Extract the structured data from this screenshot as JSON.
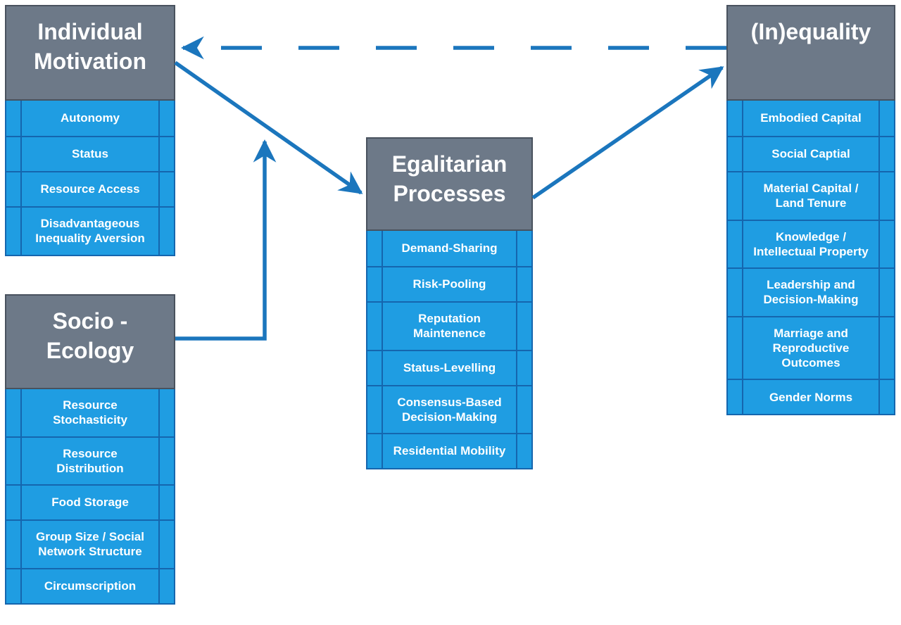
{
  "colors": {
    "header_gray": "#6d7988",
    "header_border": "#49525e",
    "cell_blue": "#1f9de2",
    "divider_blue": "#1566ae",
    "arrow_blue": "#1b76bd",
    "text_white": "#ffffff",
    "background": "#ffffff"
  },
  "boxes": [
    {
      "id": "individual-motivation",
      "title": "Individual\nMotivation",
      "items": [
        "Autonomy",
        "Status",
        "Resource Access",
        "Disadvantageous\nInequality Aversion"
      ]
    },
    {
      "id": "socio-ecology",
      "title": "Socio -\nEcology",
      "items": [
        "Resource\nStochasticity",
        "Resource\nDistribution",
        "Food Storage",
        "Group Size / Social\nNetwork Structure",
        "Circumscription"
      ]
    },
    {
      "id": "egalitarian-processes",
      "title": "Egalitarian\nProcesses",
      "items": [
        "Demand-Sharing",
        "Risk-Pooling",
        "Reputation\nMaintenence",
        "Status-Levelling",
        "Consensus-Based\nDecision-Making",
        "Residential Mobility"
      ]
    },
    {
      "id": "inequality",
      "title": "(In)equality",
      "items": [
        "Embodied Capital",
        "Social Captial",
        "Material Capital /\nLand Tenure",
        "Knowledge /\nIntellectual Property",
        "Leadership and\nDecision-Making",
        "Marriage and\nReproductive\nOutcomes",
        "Gender Norms"
      ]
    }
  ],
  "arrows": [
    {
      "from": "inequality",
      "to": "individual-motivation",
      "style": "dashed"
    },
    {
      "from": "individual-motivation",
      "to": "egalitarian-processes",
      "style": "solid"
    },
    {
      "from": "egalitarian-processes",
      "to": "inequality",
      "style": "solid"
    },
    {
      "from": "socio-ecology",
      "to": "individual-motivation-egalitarian-link",
      "style": "solid-elbow"
    }
  ]
}
